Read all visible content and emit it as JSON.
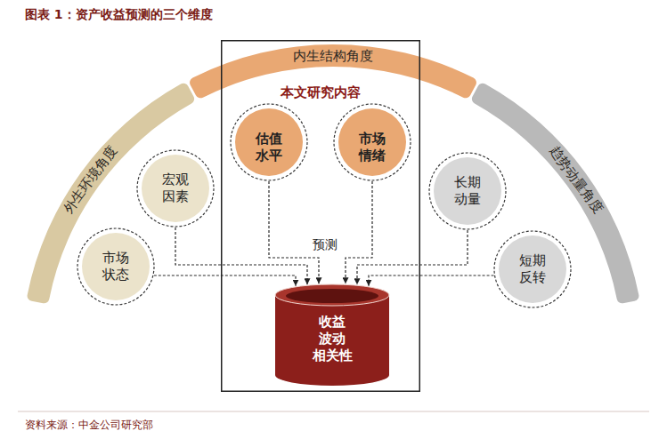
{
  "diagram": {
    "title": "图表 1：资产收益预测的三个维度",
    "caption": "资料来源：中金公司研究部",
    "nodes": [
      {
        "text": [
          "外生环境角度"
        ]
      },
      {
        "text": [
          "内生结构角度"
        ]
      },
      {
        "text": [
          "趋势动量角度"
        ]
      },
      {
        "text": [
          "本文研究内容"
        ]
      },
      {
        "text": [
          "估值 水平"
        ],
        "in": 3
      },
      {
        "text": [
          "市场 情绪"
        ],
        "in": 3
      },
      {
        "text": [
          "宏观 因素"
        ]
      },
      {
        "text": [
          "长期 动量"
        ]
      },
      {
        "text": [
          "市场 状态"
        ]
      },
      {
        "text": [
          "短期 反转"
        ]
      },
      {
        "text": [
          "收益 波动 相关性"
        ],
        "in": 3
      }
    ],
    "edges": [
      {
        "from": 4,
        "to": 10,
        "arrow": "to"
      },
      {
        "from": 5,
        "to": 10,
        "arrow": "to"
      },
      {
        "from": 6,
        "to": 10,
        "arrow": "to"
      },
      {
        "from": 7,
        "to": 10,
        "arrow": "to"
      },
      {
        "from": 8,
        "to": 10,
        "arrow": "to"
      },
      {
        "from": 9,
        "to": 10,
        "arrow": "to"
      }
    ],
    "labels": [
      "预测"
    ]
  }
}
